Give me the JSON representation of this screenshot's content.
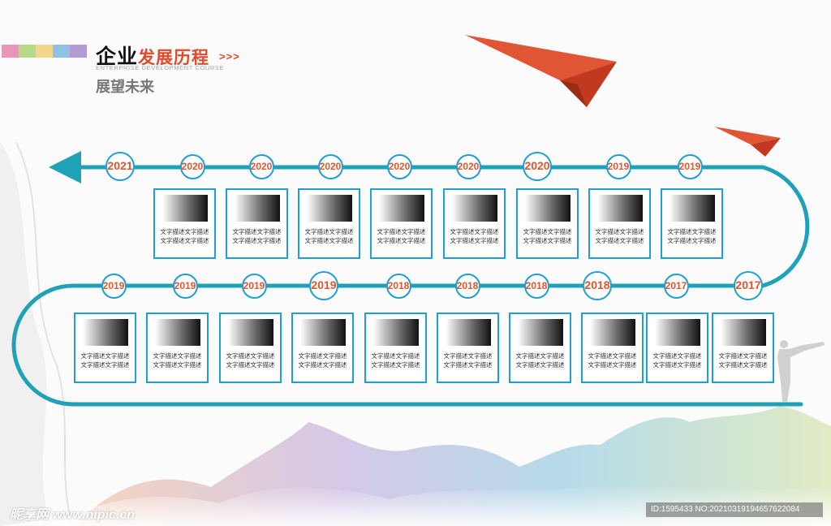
{
  "header": {
    "title_black": "企业",
    "title_red": "发展历程",
    "title_arrows": ">>>",
    "title_en": "ENTERPRISE DEVELOPMENT COURSE",
    "subtitle": "展望未来"
  },
  "swatch_colors": [
    "#e896b8",
    "#b7d98a",
    "#f3d68a",
    "#8fc2e6",
    "#b49ad2"
  ],
  "colors": {
    "track": "#1fa2b8",
    "circle_border": "#1e9fd6",
    "year_text": "#e2542b",
    "plane": "#d9452a"
  },
  "top_row": {
    "years": [
      "2021",
      "2020",
      "2020",
      "2020",
      "2020",
      "2020",
      "2020",
      "2019",
      "2019"
    ],
    "cards": [
      {
        "line1": "文字描述文字描述",
        "line2": "文字描述文字描述"
      },
      {
        "line1": "文字描述文字描述",
        "line2": "文字描述文字描述"
      },
      {
        "line1": "文字描述文字描述",
        "line2": "文字描述文字描述"
      },
      {
        "line1": "文字描述文字描述",
        "line2": "文字描述文字描述"
      },
      {
        "line1": "文字描述文字描述",
        "line2": "文字描述文字描述"
      },
      {
        "line1": "文字描述文字描述",
        "line2": "文字描述文字描述"
      },
      {
        "line1": "文字描述文字描述",
        "line2": "文字描述文字描述"
      },
      {
        "line1": "文字描述文字描述",
        "line2": "文字描述文字描述"
      }
    ]
  },
  "bottom_row": {
    "years": [
      "2019",
      "2019",
      "2019",
      "2019",
      "2018",
      "2018",
      "2018",
      "2018",
      "2017",
      "2017"
    ],
    "cards": [
      {
        "line1": "文字描述文字描述",
        "line2": "文字描述文字描述"
      },
      {
        "line1": "文字描述文字描述",
        "line2": "文字描述文字描述"
      },
      {
        "line1": "文字描述文字描述",
        "line2": "文字描述文字描述"
      },
      {
        "line1": "文字描述文字描述",
        "line2": "文字描述文字描述"
      },
      {
        "line1": "文字描述文字描述",
        "line2": "文字描述文字描述"
      },
      {
        "line1": "文字描述文字描述",
        "line2": "文字描述文字描述"
      },
      {
        "line1": "文字描述文字描述",
        "line2": "文字描述文字描述"
      },
      {
        "line1": "文字描述文字描述",
        "line2": "文字描述文字描述"
      },
      {
        "line1": "文字描述文字描述",
        "line2": "文字描述文字描述"
      },
      {
        "line1": "文字描述文字描述",
        "line2": "文字描述文字描述"
      }
    ]
  },
  "watermark": {
    "site": "昵享网 www.nipic.cn",
    "id_text": "ID:1595433 NO:20210319194657622084"
  }
}
